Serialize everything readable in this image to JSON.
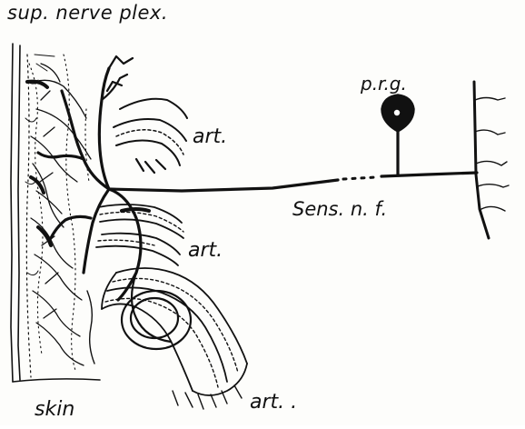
{
  "labels": {
    "sup_nerve_plex": "sup. nerve plex.",
    "art_upper": "art.",
    "prg": "p.r.g.",
    "sens_nf": "Sens. n. f.",
    "art_middle": "art.",
    "art_lower": "art. .",
    "skin": "skin"
  },
  "colors": {
    "ink": "#111111",
    "background": "#fdfdfb"
  }
}
